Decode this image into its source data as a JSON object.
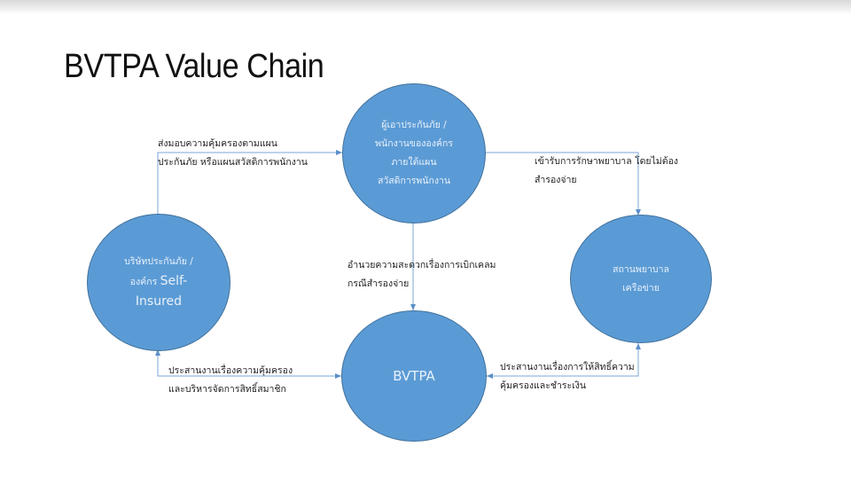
{
  "slide": {
    "title": "BVTPA Value Chain"
  },
  "nodes": {
    "insured": {
      "label": "ผู้เอาประกันภัย /\nพนักงานขององค์กร\nภายใต้แผน\nสวัสดิการพนักงาน"
    },
    "insurer": {
      "label_thai": "บริษัทประกันภัย /\nองค์กร ",
      "label_en": "Self-\nInsured"
    },
    "hospital": {
      "label": "สถานพยาบาล\nเครือข่าย"
    },
    "bvtpa": {
      "label": "BVTPA"
    }
  },
  "edges": {
    "insurer_to_insured": "ส่งมอบความคุ้มครองตามแผน\nประกันภัย หรือแผนสวัสดิการพนักงาน",
    "insured_to_hospital": "เข้ารับการรักษาพยาบาล โดยไม่ต้อง\nสำรองจ่าย",
    "insured_to_bvtpa": "อำนวยความสะดวกเรื่องการเบิกเคลม\nกรณีสำรองจ่าย",
    "insurer_bvtpa": "ประสานงานเรื่องความคุ้มครอง\nและบริหารจัดการสิทธิ์สมาชิก",
    "hospital_bvtpa": "ประสานงานเรื่องการให้สิทธิ์ความ\nคุ้มครองและชำระเงิน"
  },
  "colors": {
    "node_fill": "#5b9bd5",
    "node_border": "#41719c",
    "connector": "#7aa7d6",
    "node_text": "#e8f1fb"
  }
}
